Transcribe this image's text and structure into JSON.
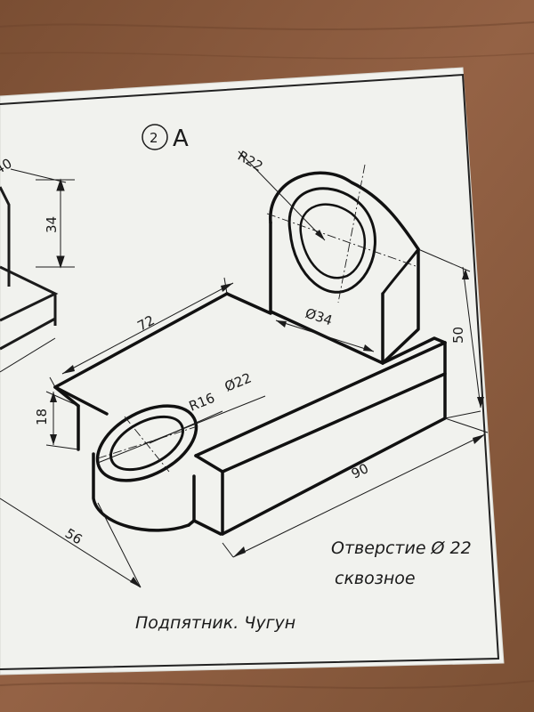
{
  "sheet": {
    "task_number": "2",
    "task_variant": "A",
    "dimensions": {
      "r22": "R22",
      "d34": "Ø34",
      "h50": "50",
      "l72": "72",
      "h18": "18",
      "d22": "Ø22",
      "r16": "R16",
      "l90": "90",
      "w56": "56",
      "left_34": "34",
      "left_40": "40"
    },
    "note_line1": "Отверстие Ø 22",
    "note_line2": "сквозное",
    "caption": "Подпятник. Чугун"
  },
  "colors": {
    "wood": "#8a5a3a",
    "paper": "#f1f2ee",
    "ink": "#1b1b1b"
  }
}
